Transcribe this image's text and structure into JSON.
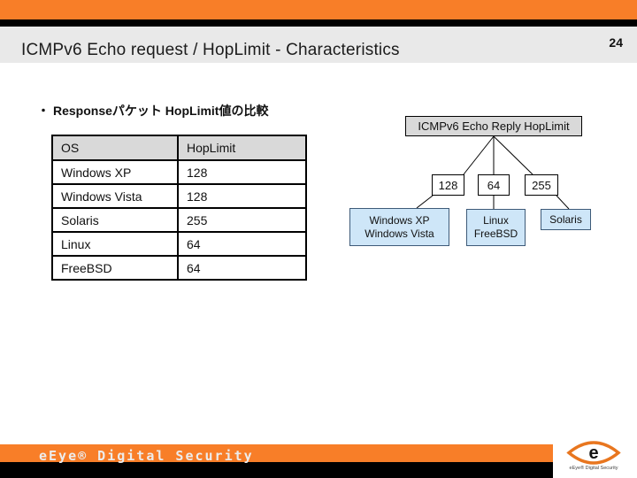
{
  "slide": {
    "page_number": "24",
    "title": "ICMPv6 Echo request / HopLimit - Characteristics",
    "bullet": {
      "marker": "・",
      "text": "Responseパケット HopLimit値の比較"
    }
  },
  "table": {
    "headers": [
      "OS",
      "HopLimit"
    ],
    "rows": [
      {
        "os": "Windows XP",
        "hoplimit": "128"
      },
      {
        "os": "Windows Vista",
        "hoplimit": "128"
      },
      {
        "os": "Solaris",
        "hoplimit": "255"
      },
      {
        "os": "Linux",
        "hoplimit": "64"
      },
      {
        "os": "FreeBSD",
        "hoplimit": "64"
      }
    ]
  },
  "diagram": {
    "root_label": "ICMPv6 Echo Reply HopLimit",
    "values": [
      "128",
      "64",
      "255"
    ],
    "leaves": [
      {
        "lines": [
          "Windows XP",
          "Windows Vista"
        ]
      },
      {
        "lines": [
          "Linux",
          "FreeBSD"
        ]
      },
      {
        "lines": [
          "Solaris"
        ]
      }
    ]
  },
  "footer": {
    "brand": "eEye® Digital Security",
    "logo_letter": "e",
    "logo_caption": "eEye® Digital Security"
  },
  "colors": {
    "accent_orange": "#F87E28",
    "title_band_gray": "#E9E9E9",
    "table_header_gray": "#D9D9D9",
    "leaf_blue": "#CEE6F8",
    "line_black": "#000000"
  }
}
